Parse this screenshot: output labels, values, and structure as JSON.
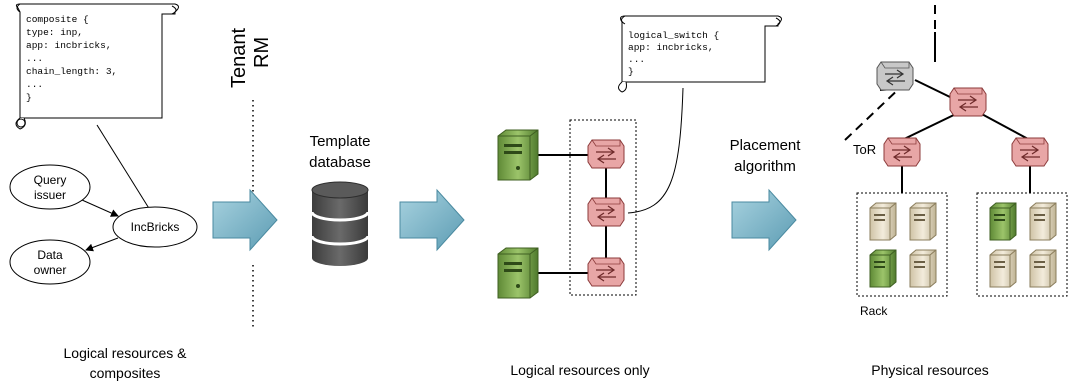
{
  "scroll1": {
    "lines": [
      "composite {",
      "    type: inp,",
      "    app: incbricks,",
      "    ...",
      "    chain_length: 3,",
      "    ...",
      "}"
    ]
  },
  "scroll2": {
    "lines": [
      "logical_switch {",
      "    app: incbricks,",
      "    ...",
      "}"
    ]
  },
  "actors": {
    "query_issuer": [
      "Query",
      "issuer"
    ],
    "incbricks": "IncBricks",
    "data_owner": [
      "Data",
      "owner"
    ]
  },
  "boundary": {
    "tenant": "Tenant",
    "rm": "RM"
  },
  "database": {
    "label": [
      "Template",
      "database"
    ]
  },
  "placement": {
    "label": [
      "Placement",
      "algorithm"
    ]
  },
  "physical": {
    "tor": "ToR",
    "rack": "Rack"
  },
  "captions": {
    "left": [
      "Logical resources &",
      "composites"
    ],
    "middle": "Logical resources only",
    "right": "Physical resources"
  },
  "colors": {
    "arrow_fill": "#7fb7c9",
    "switch_red": "#e8a6a6",
    "switch_gray": "#c8c8c8",
    "server_green": "#7aa34f",
    "server_beige": "#e5dcc6"
  }
}
